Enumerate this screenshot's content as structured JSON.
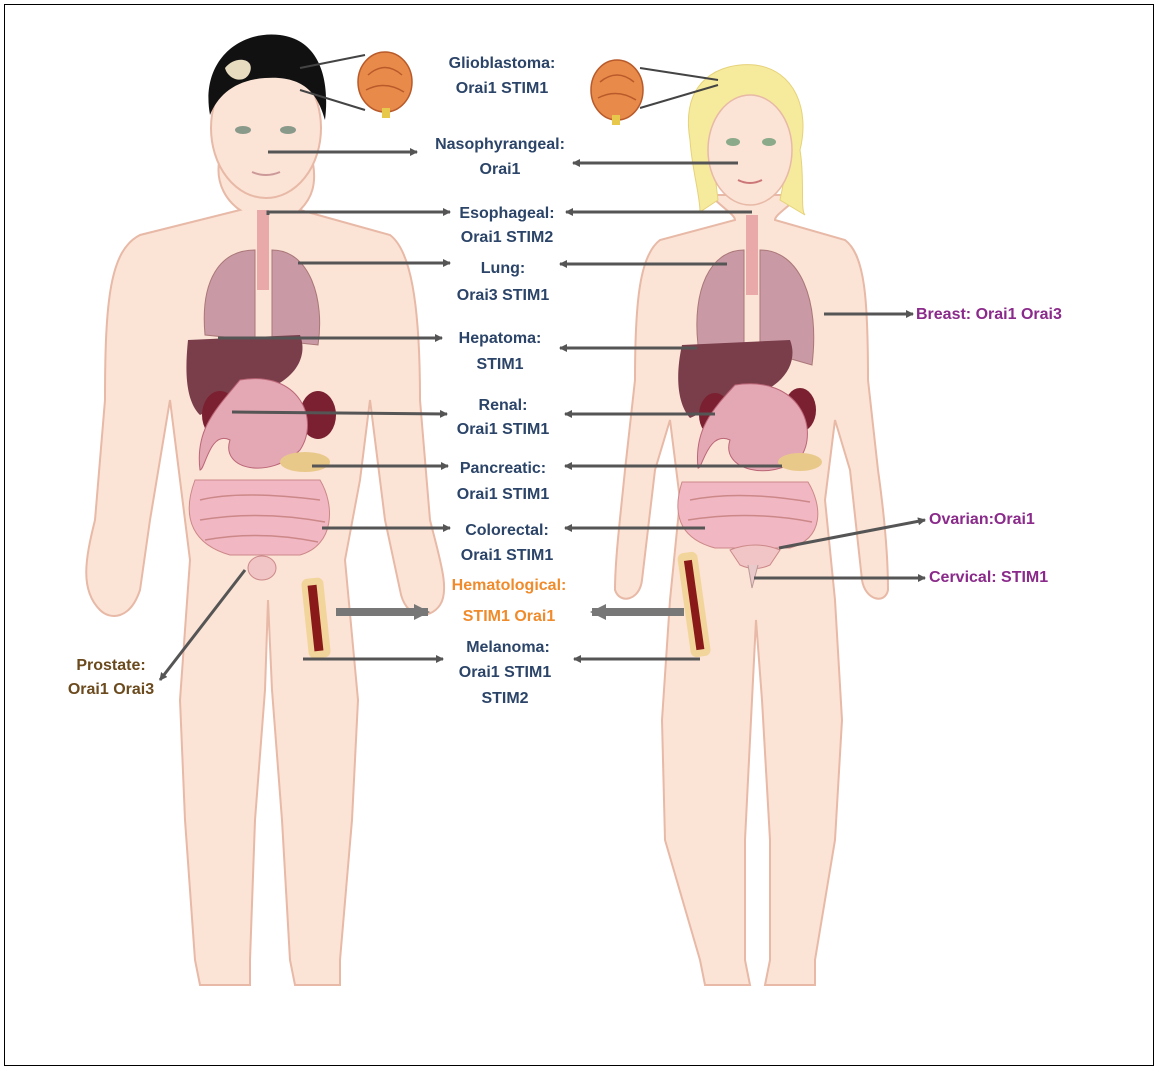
{
  "labels": {
    "glioblastoma": {
      "title": "Glioblastoma:",
      "genes": "Orai1 STIM1"
    },
    "nasopharyngeal": {
      "title": "Nasophyrangeal:",
      "genes": "Orai1"
    },
    "esophageal": {
      "title": "Esophageal:",
      "genes": "Orai1 STIM2"
    },
    "lung": {
      "title": "Lung:",
      "genes": "Orai3 STIM1"
    },
    "hepatoma": {
      "title": "Hepatoma:",
      "genes": "STIM1"
    },
    "renal": {
      "title": "Renal:",
      "genes": "Orai1 STIM1"
    },
    "pancreatic": {
      "title": "Pancreatic:",
      "genes": "Orai1 STIM1"
    },
    "colorectal": {
      "title": "Colorectal:",
      "genes": "Orai1 STIM1"
    },
    "hematological": {
      "title": "Hematological:",
      "genes": "STIM1 Orai1"
    },
    "melanoma": {
      "title": "Melanoma:",
      "genes": "Orai1 STIM1",
      "genes2": "STIM2"
    },
    "prostate": {
      "title": "Prostate:",
      "genes": "Orai1 Orai3"
    },
    "breast": {
      "text": "Breast: Orai1 Orai3"
    },
    "ovarian": {
      "text": "Ovarian:Orai1"
    },
    "cervical": {
      "text": "Cervical: STIM1"
    }
  },
  "colors": {
    "center_labels": "#2b4468",
    "hematological": "#f08b2c",
    "female_specific": "#8a2a8a",
    "male_specific": "#6b4a1e",
    "skin": "#fbe3d6",
    "arrow": "#555555"
  }
}
